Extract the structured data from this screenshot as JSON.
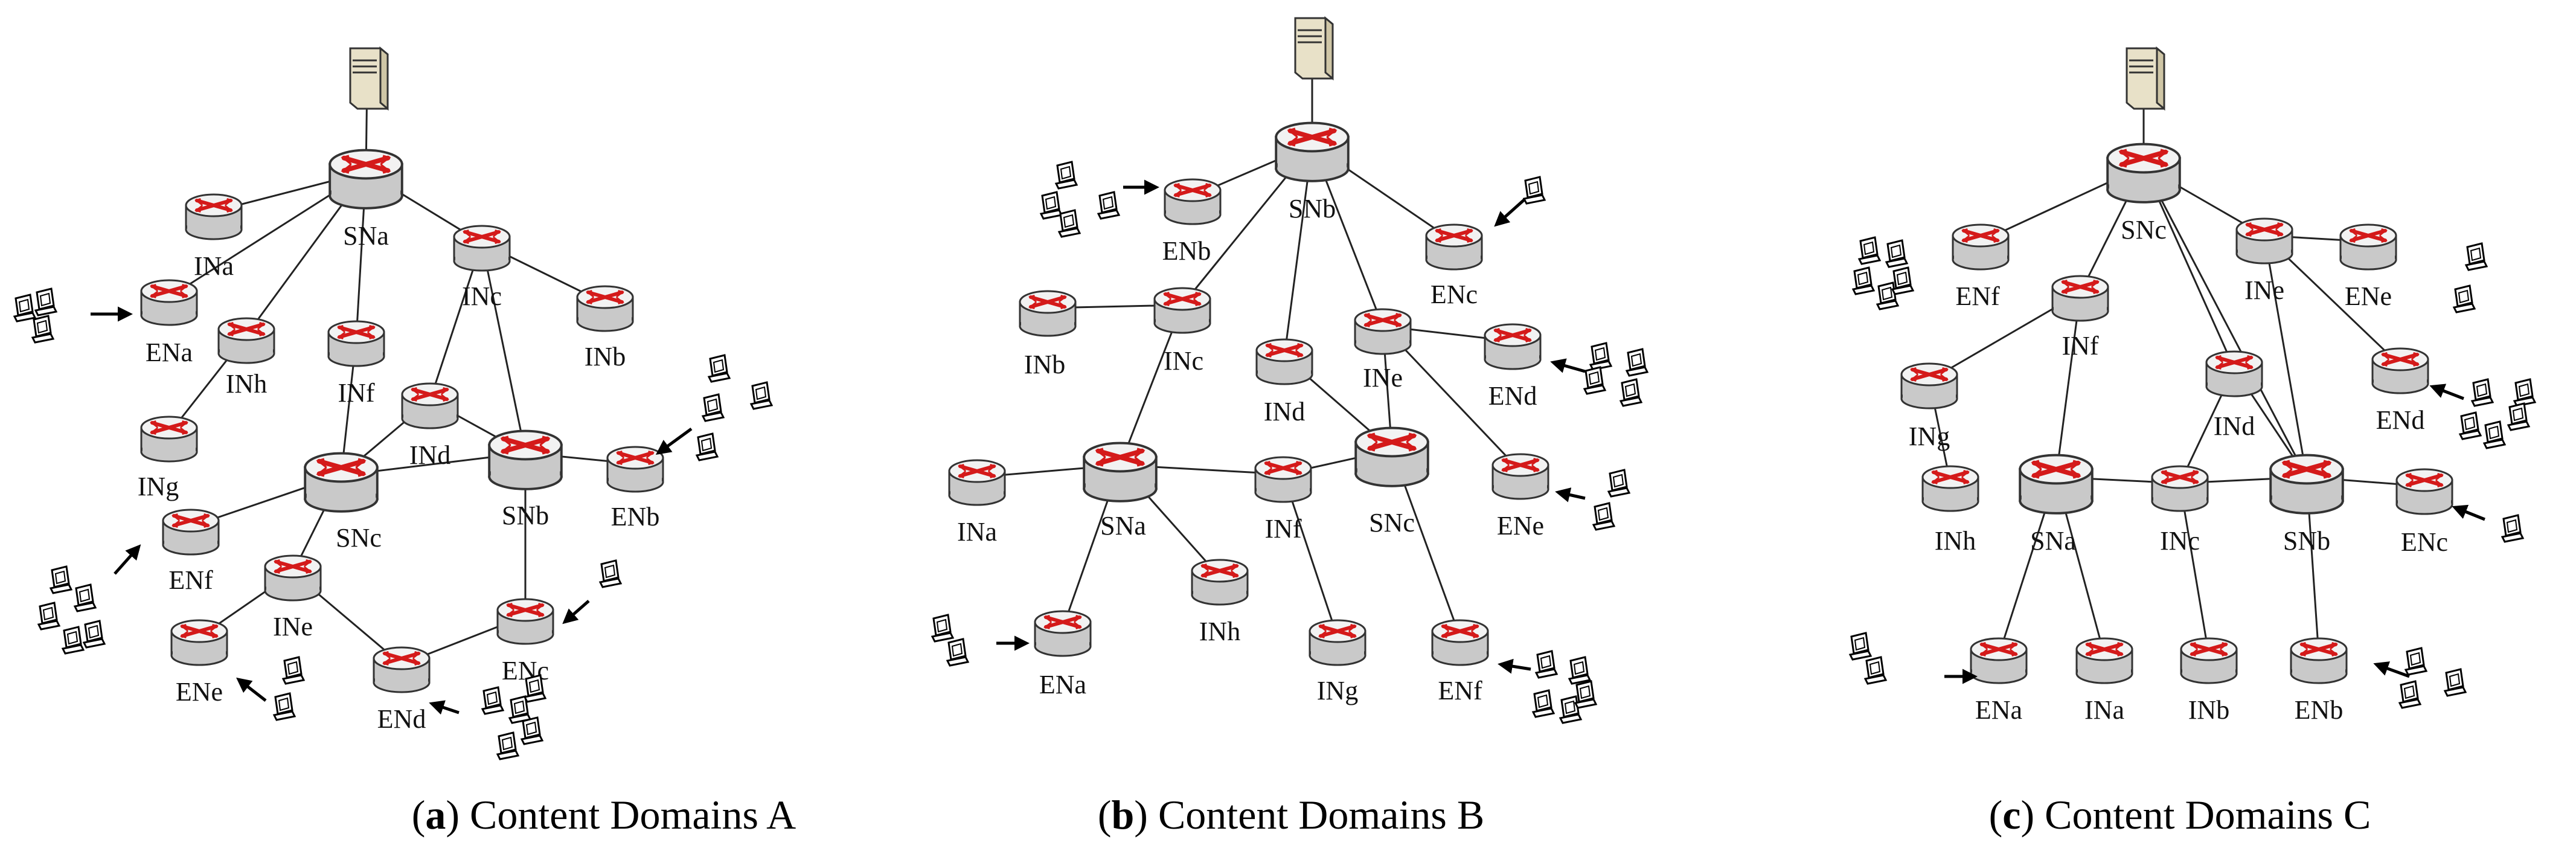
{
  "colors": {
    "router_body": "#c9c9c9",
    "router_top": "#f2f2f2",
    "router_arrow": "#d41a1a",
    "server": "#e8e1c8",
    "line": "#222222"
  },
  "icons": {
    "router": "router-icon",
    "server": "server-icon",
    "client": "client-computer-icon",
    "arrow": "arrow-icon"
  },
  "panels": [
    {
      "id": "a",
      "caption_letter": "a",
      "caption_text": "Content Domains A",
      "nodes": [
        {
          "id": "SNa",
          "label": "SNa"
        },
        {
          "id": "INa",
          "label": "INa"
        },
        {
          "id": "INc",
          "label": "INc"
        },
        {
          "id": "INb",
          "label": "INb"
        },
        {
          "id": "ENa",
          "label": "ENa"
        },
        {
          "id": "INh",
          "label": "INh"
        },
        {
          "id": "INf",
          "label": "INf"
        },
        {
          "id": "INd",
          "label": "INd"
        },
        {
          "id": "INg",
          "label": "INg"
        },
        {
          "id": "SNc",
          "label": "SNc"
        },
        {
          "id": "SNb",
          "label": "SNb"
        },
        {
          "id": "ENb",
          "label": "ENb"
        },
        {
          "id": "ENf",
          "label": "ENf"
        },
        {
          "id": "INe",
          "label": "INe"
        },
        {
          "id": "ENe",
          "label": "ENe"
        },
        {
          "id": "ENd",
          "label": "ENd"
        },
        {
          "id": "ENc",
          "label": "ENc"
        }
      ],
      "links": [
        [
          "server",
          "SNa"
        ],
        [
          "SNa",
          "INa"
        ],
        [
          "SNa",
          "INc"
        ],
        [
          "SNa",
          "INh"
        ],
        [
          "SNa",
          "INf"
        ],
        [
          "SNa",
          "ENa"
        ],
        [
          "INc",
          "INb"
        ],
        [
          "INc",
          "INd"
        ],
        [
          "INc",
          "SNb"
        ],
        [
          "INh",
          "INg"
        ],
        [
          "INf",
          "SNc"
        ],
        [
          "INd",
          "SNc"
        ],
        [
          "INd",
          "SNb"
        ],
        [
          "SNc",
          "ENf"
        ],
        [
          "SNc",
          "INe"
        ],
        [
          "SNb",
          "SNc"
        ],
        [
          "SNb",
          "ENb"
        ],
        [
          "SNb",
          "ENc"
        ],
        [
          "INe",
          "ENe"
        ],
        [
          "INe",
          "ENd"
        ],
        [
          "ENd",
          "ENc"
        ]
      ]
    },
    {
      "id": "b",
      "caption_letter": "b",
      "caption_text": "Content Domains B",
      "nodes": [
        {
          "id": "SNb",
          "label": "SNb"
        },
        {
          "id": "ENb",
          "label": "ENb"
        },
        {
          "id": "ENc",
          "label": "ENc"
        },
        {
          "id": "INb",
          "label": "INb"
        },
        {
          "id": "INc",
          "label": "INc"
        },
        {
          "id": "INd",
          "label": "INd"
        },
        {
          "id": "INe",
          "label": "INe"
        },
        {
          "id": "ENd",
          "label": "ENd"
        },
        {
          "id": "INa",
          "label": "INa"
        },
        {
          "id": "SNa",
          "label": "SNa"
        },
        {
          "id": "INf",
          "label": "INf"
        },
        {
          "id": "SNc",
          "label": "SNc"
        },
        {
          "id": "ENe",
          "label": "ENe"
        },
        {
          "id": "INh",
          "label": "INh"
        },
        {
          "id": "ENa",
          "label": "ENa"
        },
        {
          "id": "INg",
          "label": "INg"
        },
        {
          "id": "ENf",
          "label": "ENf"
        }
      ],
      "links": [
        [
          "server",
          "SNb"
        ],
        [
          "SNb",
          "ENb"
        ],
        [
          "SNb",
          "ENc"
        ],
        [
          "SNb",
          "INc"
        ],
        [
          "SNb",
          "INd"
        ],
        [
          "SNb",
          "INe"
        ],
        [
          "INb",
          "INc"
        ],
        [
          "INc",
          "SNa"
        ],
        [
          "INe",
          "ENd"
        ],
        [
          "INe",
          "SNc"
        ],
        [
          "INe",
          "ENe"
        ],
        [
          "INd",
          "SNc"
        ],
        [
          "SNa",
          "INa"
        ],
        [
          "SNa",
          "INf"
        ],
        [
          "SNa",
          "ENa"
        ],
        [
          "SNa",
          "INh"
        ],
        [
          "INf",
          "SNc"
        ],
        [
          "INf",
          "INg"
        ],
        [
          "SNc",
          "ENf"
        ]
      ]
    },
    {
      "id": "c",
      "caption_letter": "c",
      "caption_text": "Content Domains C",
      "nodes": [
        {
          "id": "SNc",
          "label": "SNc"
        },
        {
          "id": "ENf",
          "label": "ENf"
        },
        {
          "id": "INe",
          "label": "INe"
        },
        {
          "id": "ENe",
          "label": "ENe"
        },
        {
          "id": "INf",
          "label": "INf"
        },
        {
          "id": "INd",
          "label": "INd"
        },
        {
          "id": "END",
          "label": "ENd"
        },
        {
          "id": "INg",
          "label": "INg"
        },
        {
          "id": "INh",
          "label": "INh"
        },
        {
          "id": "SNa",
          "label": "SNa"
        },
        {
          "id": "INc",
          "label": "INc"
        },
        {
          "id": "SNb",
          "label": "SNb"
        },
        {
          "id": "ENc",
          "label": "ENc"
        },
        {
          "id": "ENa",
          "label": "ENa"
        },
        {
          "id": "INa",
          "label": "INa"
        },
        {
          "id": "INb",
          "label": "INb"
        },
        {
          "id": "ENb",
          "label": "ENb"
        }
      ],
      "links": [
        [
          "server",
          "SNc"
        ],
        [
          "SNc",
          "ENf"
        ],
        [
          "SNc",
          "INf"
        ],
        [
          "SNc",
          "INd"
        ],
        [
          "SNc",
          "SNb"
        ],
        [
          "SNc",
          "INe"
        ],
        [
          "INe",
          "ENe"
        ],
        [
          "INe",
          "END"
        ],
        [
          "INe",
          "SNb"
        ],
        [
          "INf",
          "INg"
        ],
        [
          "INf",
          "SNa"
        ],
        [
          "INg",
          "INh"
        ],
        [
          "INd",
          "INc"
        ],
        [
          "INd",
          "SNb"
        ],
        [
          "SNa",
          "INc"
        ],
        [
          "INc",
          "SNb"
        ],
        [
          "SNb",
          "ENc"
        ],
        [
          "SNa",
          "ENa"
        ],
        [
          "SNa",
          "INa"
        ],
        [
          "INc",
          "INb"
        ],
        [
          "SNb",
          "ENb"
        ]
      ]
    }
  ]
}
